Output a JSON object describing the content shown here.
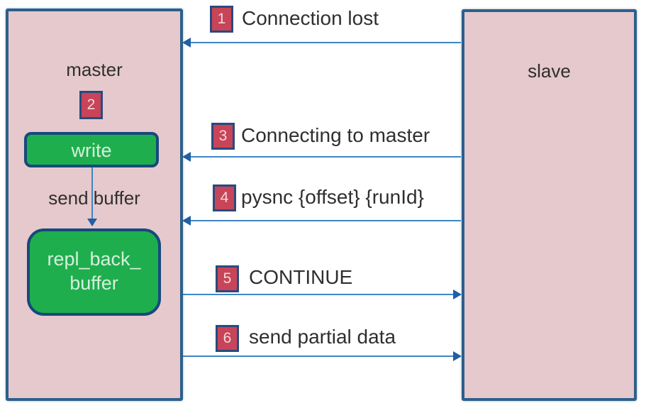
{
  "diagram": {
    "type": "sequence",
    "nodes": {
      "master": {
        "label": "master",
        "step_badge": "2"
      },
      "slave": {
        "label": "slave"
      },
      "write": {
        "label": "write"
      },
      "send_buffer": {
        "label": "send buffer"
      },
      "repl_back_buffer": {
        "label_line1": "repl_back_",
        "label_line2": "buffer"
      }
    },
    "messages": [
      {
        "num": "1",
        "label": "Connection lost",
        "from": "slave",
        "to": "master"
      },
      {
        "num": "3",
        "label": "Connecting to master",
        "from": "slave",
        "to": "master"
      },
      {
        "num": "4",
        "label": "pysnc {offset} {runId}",
        "from": "slave",
        "to": "master"
      },
      {
        "num": "5",
        "label": "CONTINUE",
        "from": "master",
        "to": "slave"
      },
      {
        "num": "6",
        "label": "send partial data",
        "from": "master",
        "to": "slave"
      }
    ],
    "colors": {
      "node_fill": "#e6c9cd",
      "node_border": "#2d5f8b",
      "process_fill": "#1fae4d",
      "process_border": "#17497c",
      "process_text": "#d5f0dd",
      "badge_fill": "#c84458",
      "badge_border": "#2a4a7d",
      "badge_text": "#f2d9dd",
      "arrow_line": "#3e86c4",
      "arrowhead": "#1e5fa6",
      "label_text": "#2f2f2f",
      "background": "#ffffff"
    }
  }
}
